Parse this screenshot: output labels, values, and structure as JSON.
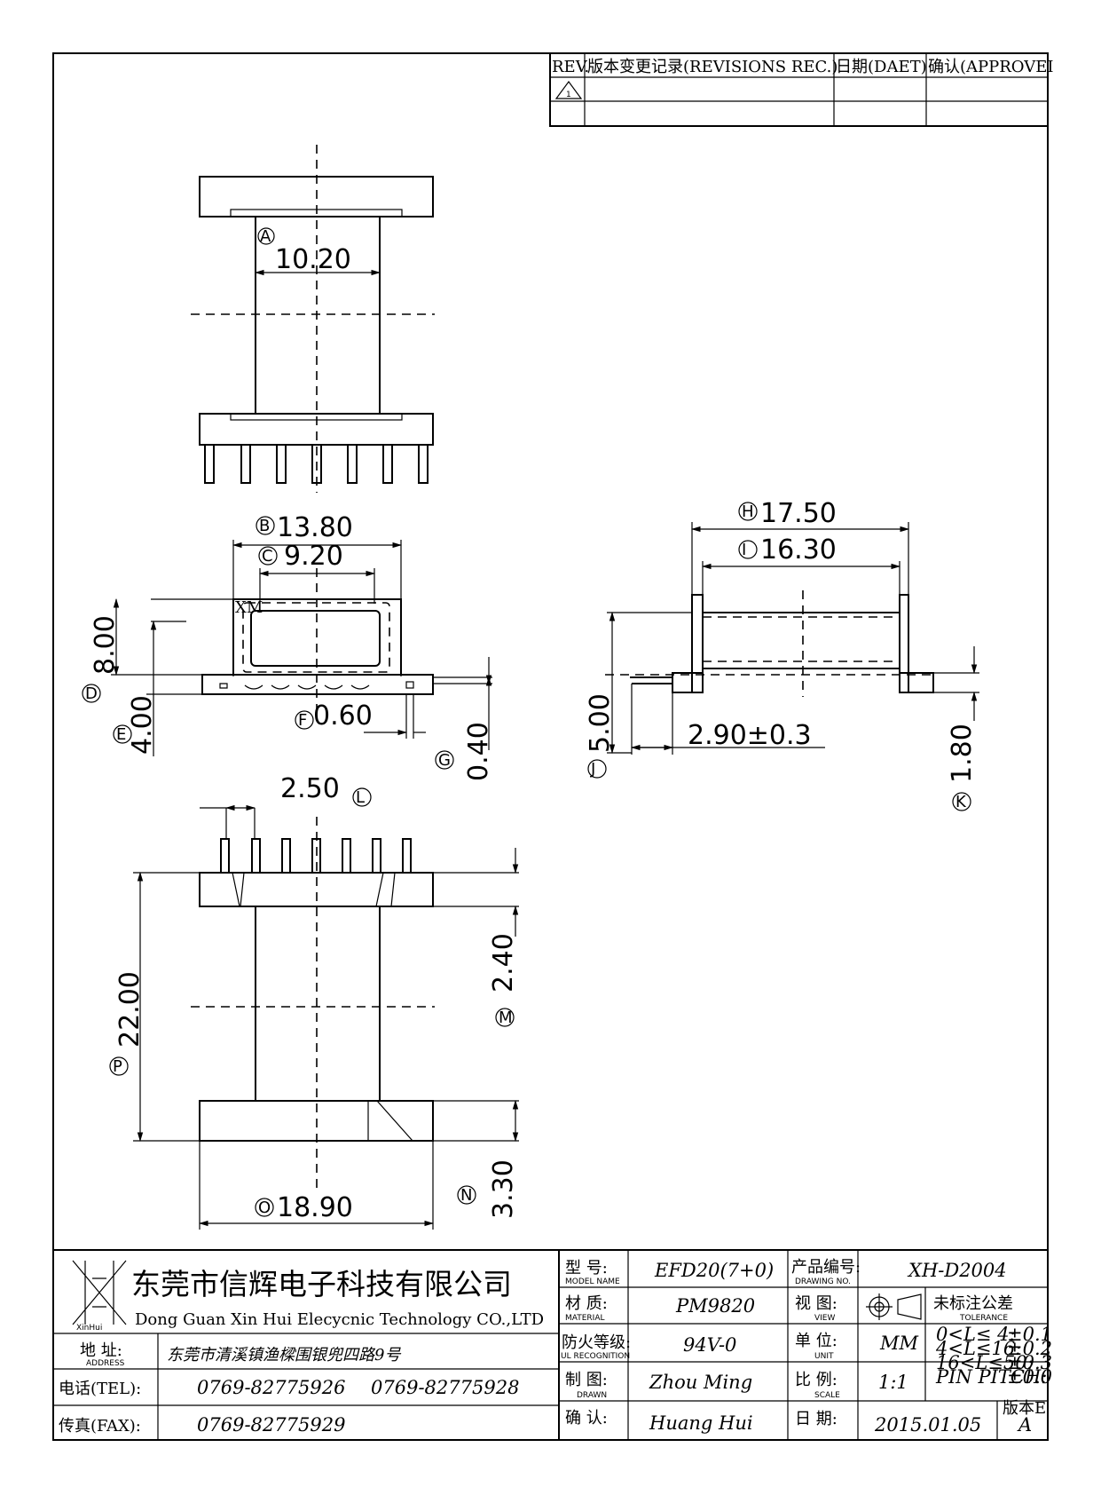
{
  "revision_table": {
    "rev_header": "REV.",
    "records_header": "版本变更记录(REVISIONS REC.)",
    "date_header": "日期(DAET)",
    "approve_header": "确认(APPROVEI",
    "rev_mark": "1"
  },
  "dimensions": {
    "A": {
      "label": "A",
      "value": "10.20"
    },
    "B": {
      "label": "B",
      "value": "13.80"
    },
    "C": {
      "label": "C",
      "value": "9.20"
    },
    "D": {
      "label": "D",
      "value": "8.00"
    },
    "E": {
      "label": "E",
      "value": "4.00"
    },
    "F": {
      "label": "F",
      "value": "0.60"
    },
    "G": {
      "label": "G",
      "value": "0.40"
    },
    "H": {
      "label": "H",
      "value": "17.50"
    },
    "I": {
      "label": "I",
      "value": "16.30"
    },
    "J": {
      "label": "J",
      "value": "5.00"
    },
    "K": {
      "label": "K",
      "value": "1.80"
    },
    "L": {
      "label": "L",
      "value": "2.50"
    },
    "M": {
      "label": "M",
      "value": "2.40"
    },
    "N": {
      "label": "N",
      "value": "3.30"
    },
    "O": {
      "label": "O",
      "value": "18.90"
    },
    "P": {
      "label": "P",
      "value": "22.00"
    },
    "pin_length": "2.90±0.3"
  },
  "marking": "XM",
  "title_block": {
    "company_cn": "东莞市信辉电子科技有限公司",
    "company_en": "Dong Guan Xin Hui Elecycnic Technology CO.,LTD",
    "logo_text": "XinHui",
    "address_label": "地  址:",
    "address_label_en": "ADDRESS",
    "address": "东莞市清溪镇渔樑围银兜四路9号",
    "tel_label": "电话(TEL):",
    "tel1": "0769-82775926",
    "tel2": "0769-82775928",
    "fax_label": "传真(FAX):",
    "fax": "0769-82775929",
    "model_label": "型  号:",
    "model_label_en": "MODEL NAME",
    "model": "EFD20(7+0)",
    "material_label": "材  质:",
    "material_label_en": "MATERIAL",
    "material": "PM9820",
    "flame_label": "防火等级:",
    "flame_label_en": "UL RECOGNITION",
    "flame": "94V-0",
    "drawn_label": "制  图:",
    "drawn_label_en": "DRAWN",
    "drawn": "Zhou Ming",
    "check_label": "确  认:",
    "check": "Huang Hui",
    "drawing_no_label": "产品编号:",
    "drawing_no_label_en": "DRAWING NO.",
    "drawing_no": "XH-D2004",
    "view_label": "视  图:",
    "view_label_en": "VIEW",
    "unit_label": "单  位:",
    "unit_label_en": "UNIT",
    "unit": "MM",
    "scale_label": "比  例:",
    "scale_label_en": "SCALE",
    "scale": "1:1",
    "date_label": "日  期:",
    "date": "2015.01.05",
    "version_label": "版本E",
    "version": "A",
    "tolerance_label": "未标注公差",
    "tolerance_label_en": "TOLERANCE",
    "tolerances": [
      {
        "range": "0<L≤ 4:",
        "value": "±0.1"
      },
      {
        "range": "4<L≤16:",
        "value": "±0.2"
      },
      {
        "range": "16<L≤50:",
        "value": "±0.3"
      },
      {
        "range": "PIN PITCH:",
        "value": "±0.0"
      }
    ]
  }
}
